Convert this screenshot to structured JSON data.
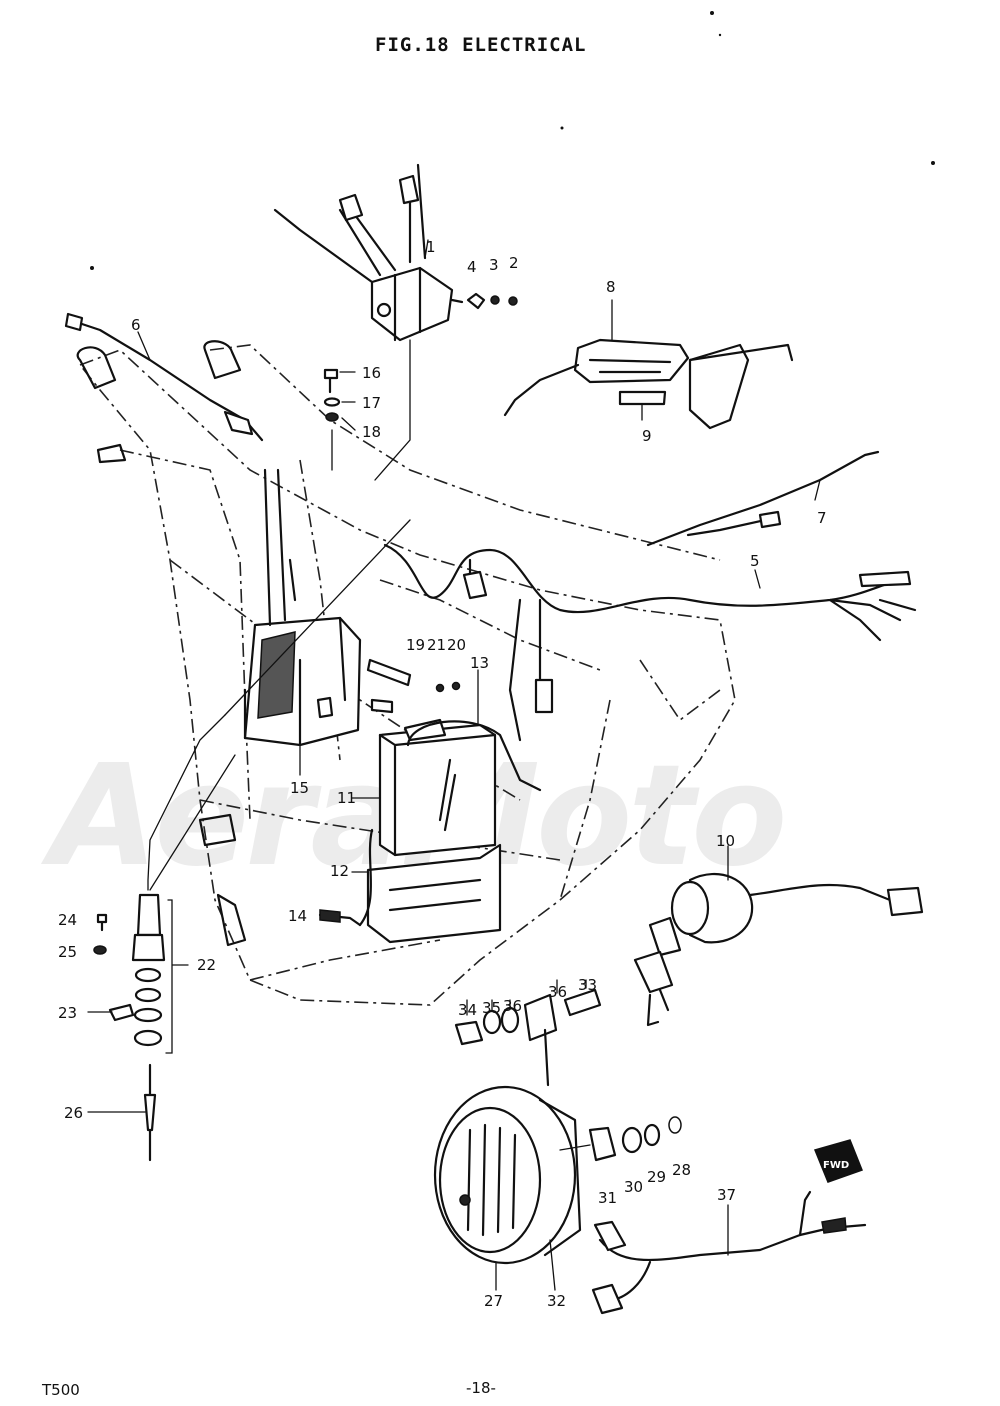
{
  "header": {
    "title": "FIG.18  ELECTRICAL"
  },
  "footer": {
    "model": "T500",
    "page": "-18-"
  },
  "watermark": {
    "text": "AeraMoto"
  },
  "callouts": {
    "c1": "1",
    "c2": "2",
    "c3": "3",
    "c4": "4",
    "c5": "5",
    "c6": "6",
    "c7": "7",
    "c8": "8",
    "c9": "9",
    "c10": "10",
    "c11": "11",
    "c12": "12",
    "c13": "13",
    "c14": "14",
    "c15": "15",
    "c16": "16",
    "c17": "17",
    "c18": "18",
    "c19": "19",
    "c20": "20",
    "c21": "21",
    "c22": "22",
    "c23": "23",
    "c24": "24",
    "c25": "25",
    "c26": "26",
    "c27": "27",
    "c28": "28",
    "c29": "29",
    "c30": "30",
    "c31": "31",
    "c32": "32",
    "c33": "33",
    "c34": "34",
    "c35": "35",
    "c36a": "36",
    "c36b": "36",
    "c37": "37"
  },
  "fwd_label": "FWD",
  "colors": {
    "ink": "#111111",
    "watermark": "#ececec",
    "paper": "#ffffff"
  }
}
